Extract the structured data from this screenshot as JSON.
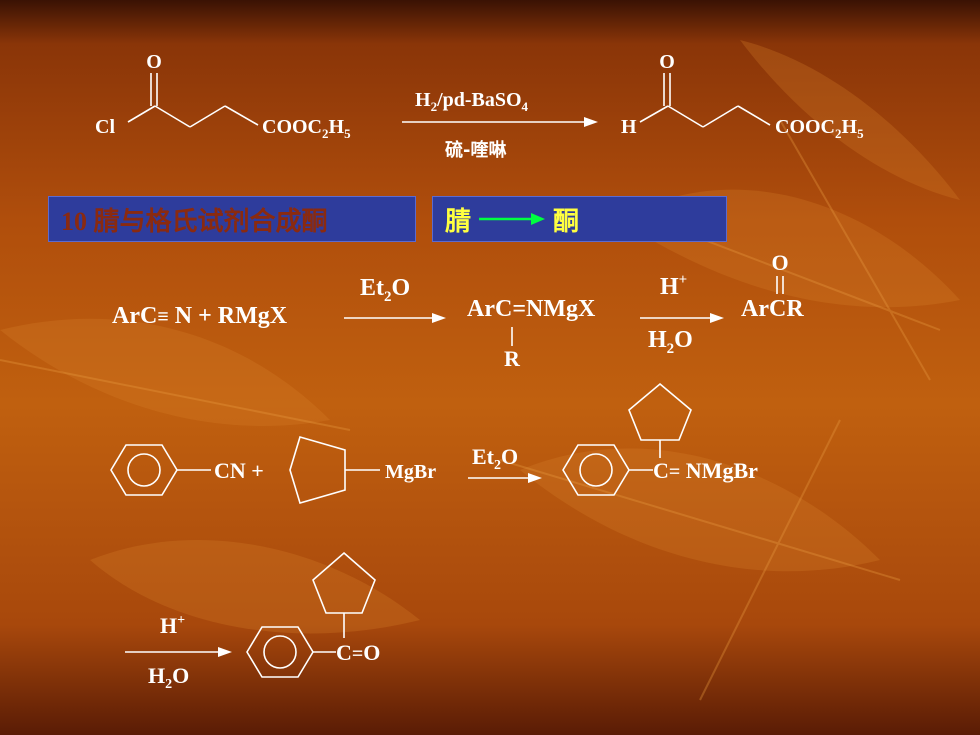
{
  "colors": {
    "line": "#ffffff",
    "label_bg": "#2e3c9c",
    "title_text": "#8a2a10",
    "hint_text": "#ffff40",
    "hint_arrow": "#00ff40"
  },
  "reaction1": {
    "reactant_o": "O",
    "reactant_cl": "Cl",
    "reactant_ester": "COOC",
    "reagent_h2": "H",
    "reagent_h2_sub": "2",
    "reagent_catalyst": "/pd-BaSO",
    "reagent_catalyst_sub": "4",
    "condition": "硫-喹啉",
    "product_o": "O",
    "product_h": "H",
    "product_ester": "COOC",
    "ester_c_sub": "2",
    "ester_h": "H",
    "ester_h_sub": "5"
  },
  "section": {
    "title": "10 腈与格氏试剂合成酮",
    "hint_from": "腈",
    "hint_to": "酮"
  },
  "reaction2": {
    "reactants": "ArC",
    "triple_bond": "≡",
    "reactants_rest": " N + RMgX",
    "reagent1": "Et",
    "reagent1_sub": "2",
    "reagent1_o": "O",
    "intermediate": "ArC=NMgX",
    "intermediate_r": "R",
    "reagent2_top": "H",
    "reagent2_sup": "+",
    "reagent2_bottom": "H",
    "reagent2_bottom_sub": "2",
    "reagent2_bottom_o": "O",
    "product_o": "O",
    "product": "ArCR"
  },
  "reaction3": {
    "cn_plus": "CN +",
    "mgbr": "MgBr",
    "reagent": "Et",
    "reagent_sub": "2",
    "reagent_o": "O",
    "product": "C",
    "product_bond": "=",
    "product_rest": " NMgBr"
  },
  "reaction4": {
    "reagent_top": "H",
    "reagent_sup": "+",
    "reagent_bottom": "H",
    "reagent_bottom_sub": "2",
    "reagent_bottom_o": "O",
    "product": "C",
    "product_bond": "=",
    "product_o": "O"
  }
}
